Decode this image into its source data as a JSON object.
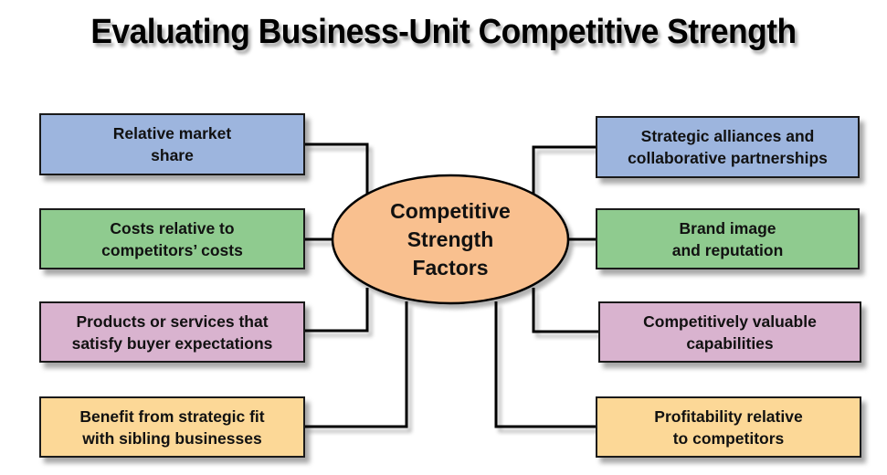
{
  "title": "Evaluating Business-Unit Competitive Strength",
  "center": {
    "label": "Competitive\nStrength\nFactors",
    "color": "#f9c08f"
  },
  "left_factors": [
    {
      "label": "Relative market\nshare",
      "color": "#9db5de"
    },
    {
      "label": "Costs relative to\ncompetitors’ costs",
      "color": "#8fcb8f"
    },
    {
      "label": "Products or services that\nsatisfy buyer expectations",
      "color": "#d9b3cf"
    },
    {
      "label": "Benefit from strategic fit\nwith sibling businesses",
      "color": "#fcd897"
    }
  ],
  "right_factors": [
    {
      "label": "Strategic alliances and\ncollaborative partnerships",
      "color": "#9db5de"
    },
    {
      "label": "Brand image\nand reputation",
      "color": "#8fcb8f"
    },
    {
      "label": "Competitively valuable\ncapabilities",
      "color": "#d9b3cf"
    },
    {
      "label": "Profitability relative\nto competitors",
      "color": "#fcd897"
    }
  ]
}
